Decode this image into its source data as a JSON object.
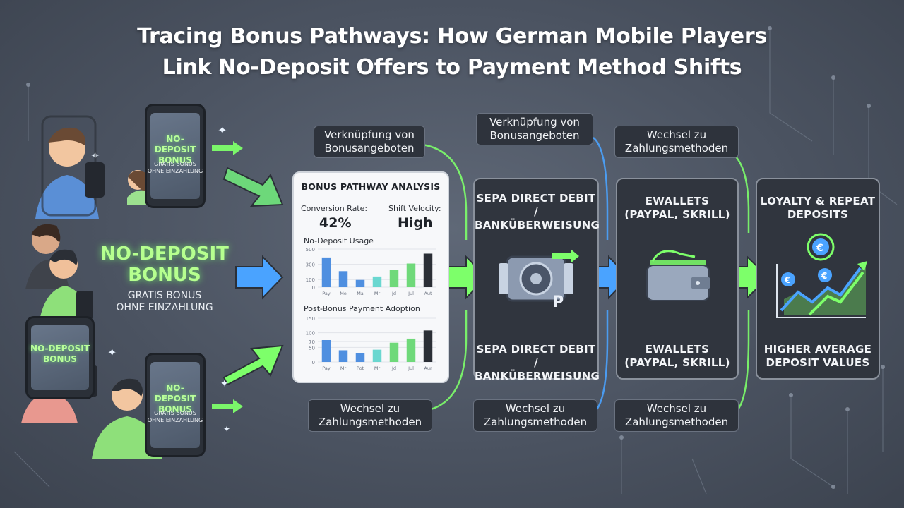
{
  "title": {
    "line1": "Tracing Bonus Pathways: How German Mobile Players",
    "line2": "Link No-Deposit Offers to Payment Method Shifts"
  },
  "left": {
    "center_bonus": "NO-DEPOSIT\nBONUS",
    "center_sub": "GRATIS BONUS\nOHNE EINZAHLUNG",
    "phone_top_title": "NO-DEPOSIT\nBONUS",
    "phone_top_sub": "GRATIS BONUS\nOHNE EINZAHLUNG",
    "phone_mid_title": "NO-DEPOSIT\nBONUS",
    "phone_bottom_title": "NO-DEPOSIT\nBONUS",
    "phone_bottom_sub": "GRATIS BONUS\nOHNE EINZAHLUNG"
  },
  "tags": {
    "t1": "Verknüpfung von\nBonusangeboten",
    "t2": "Verknüpfung von\nBonusangeboten",
    "t3": "Wechsel zu\nZahlungsmethoden",
    "b1": "Wechsel zu\nZahlungsmethoden",
    "b2": "Wechsel zu\nZahlungsmethoden",
    "b3": "Wechsel zu\nZahlungsmethoden"
  },
  "analysis": {
    "title": "BONUS PATHWAY ANALYSIS",
    "conversion_label": "Conversion Rate:",
    "conversion_value": "42%",
    "velocity_label": "Shift Velocity:",
    "velocity_value": "High"
  },
  "chart_data": [
    {
      "type": "bar",
      "title": "No-Deposit Usage",
      "categories": [
        "Pay",
        "Me",
        "Ma",
        "Mr",
        "Jd",
        "Jul",
        "Aut"
      ],
      "values": [
        390,
        210,
        95,
        140,
        230,
        310,
        440
      ],
      "yticks": [
        0,
        100,
        300,
        500
      ],
      "ylim": [
        0,
        500
      ],
      "colors": [
        "#4f8fe0",
        "#4f8fe0",
        "#4f8fe0",
        "#6ad7d0",
        "#6fd97a",
        "#6fd97a",
        "#2b2f36"
      ]
    },
    {
      "type": "bar",
      "title": "Post-Bonus Payment Adoption",
      "categories": [
        "Pay",
        "Mr",
        "Pot",
        "Mr",
        "Jd",
        "Jul",
        "Aur"
      ],
      "values": [
        75,
        40,
        30,
        42,
        66,
        80,
        108
      ],
      "yticks": [
        0,
        50,
        70,
        100,
        150
      ],
      "ylim": [
        0,
        150
      ],
      "colors": [
        "#4f8fe0",
        "#4f8fe0",
        "#4f8fe0",
        "#6ad7d0",
        "#6fd97a",
        "#6fd97a",
        "#2b2f36"
      ]
    }
  ],
  "panels": {
    "sepa_top": "SEPA DIRECT DEBIT /\nBANKÜBERWEISUNG",
    "sepa_bottom": "SEPA DIRECT DEBIT /\nBANKÜBERWEISUNG",
    "ewallet_top": "EWALLETS\n(PAYPAL, SKRILL)",
    "ewallet_bottom": "EWALLETS\n(PAYPAL, SKRILL)",
    "loyalty_top": "LOYALTY & REPEAT\nDEPOSITS",
    "loyalty_bottom": "HIGHER AVERAGE\nDEPOSIT VALUES"
  },
  "colors": {
    "accent_green": "#7dff6a",
    "accent_blue": "#4aa3ff"
  }
}
